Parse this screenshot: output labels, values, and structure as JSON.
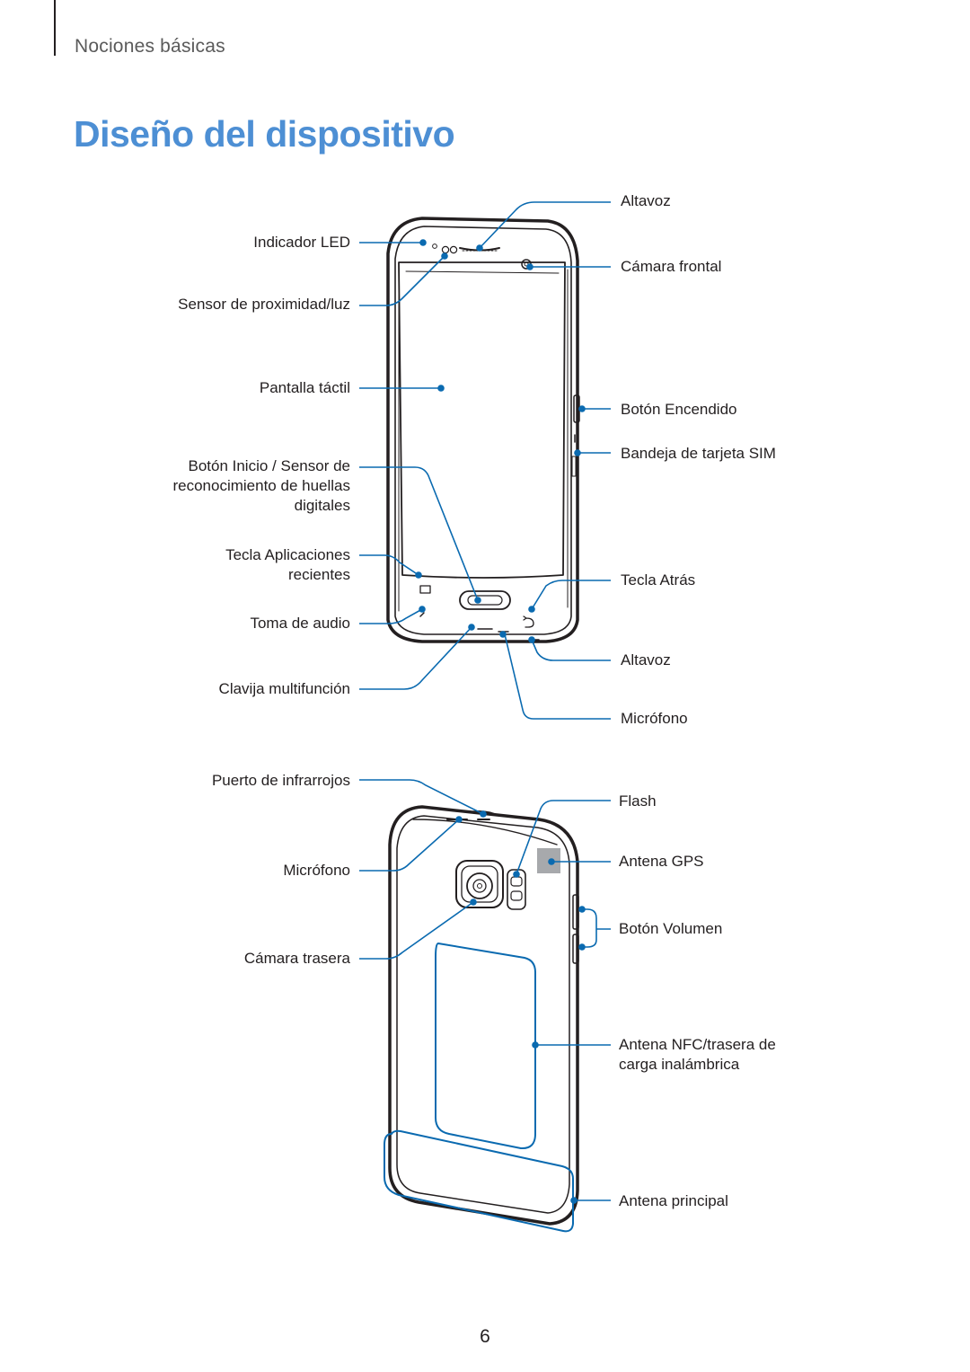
{
  "header": {
    "section": "Nociones básicas"
  },
  "title": "Diseño del dispositivo",
  "front_labels": {
    "led": "Indicador LED",
    "proximity": "Sensor de proximidad/luz",
    "touchscreen": "Pantalla táctil",
    "home_line1": "Botón Inicio / Sensor de",
    "home_line2": "reconocimiento de huellas",
    "home_line3": "digitales",
    "recents_line1": "Tecla Aplicaciones",
    "recents_line2": "recientes",
    "audio_jack": "Toma de audio",
    "multipurpose_jack": "Clavija multifunción",
    "earpiece": "Altavoz",
    "front_camera": "Cámara frontal",
    "power_key": "Botón Encendido",
    "sim_tray": "Bandeja de tarjeta SIM",
    "back_key": "Tecla Atrás",
    "speaker": "Altavoz",
    "microphone": "Micrófono"
  },
  "back_labels": {
    "ir_port": "Puerto de infrarrojos",
    "microphone": "Micrófono",
    "rear_camera": "Cámara trasera",
    "flash": "Flash",
    "gps_antenna": "Antena GPS",
    "volume_key": "Botón Volumen",
    "nfc_line1": "Antena NFC/trasera de",
    "nfc_line2": "carga inalámbrica",
    "main_antenna": "Antena principal"
  },
  "page_number": "6",
  "colors": {
    "accent": "#4d8fd4",
    "callout": "#0a6ab0",
    "text": "#231f20"
  }
}
